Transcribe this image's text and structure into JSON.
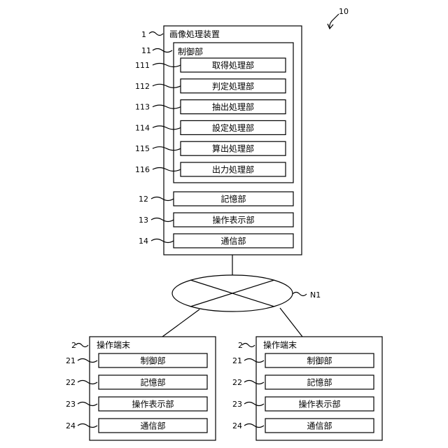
{
  "figure_ref": "10",
  "device": {
    "ref": "1",
    "title": "画像処理装置",
    "controller": {
      "ref": "11",
      "title": "制御部",
      "units": [
        {
          "ref": "111",
          "label": "取得処理部"
        },
        {
          "ref": "112",
          "label": "判定処理部"
        },
        {
          "ref": "113",
          "label": "抽出処理部"
        },
        {
          "ref": "114",
          "label": "設定処理部"
        },
        {
          "ref": "115",
          "label": "算出処理部"
        },
        {
          "ref": "116",
          "label": "出力処理部"
        }
      ]
    },
    "parts": [
      {
        "ref": "12",
        "label": "記憶部"
      },
      {
        "ref": "13",
        "label": "操作表示部"
      },
      {
        "ref": "14",
        "label": "通信部"
      }
    ]
  },
  "network": {
    "ref": "N1"
  },
  "terminals": [
    {
      "ref": "2",
      "title": "操作端末",
      "parts": [
        {
          "ref": "21",
          "label": "制御部"
        },
        {
          "ref": "22",
          "label": "記憶部"
        },
        {
          "ref": "23",
          "label": "操作表示部"
        },
        {
          "ref": "24",
          "label": "通信部"
        }
      ]
    },
    {
      "ref": "2",
      "title": "操作端末",
      "parts": [
        {
          "ref": "21",
          "label": "制御部"
        },
        {
          "ref": "22",
          "label": "記憶部"
        },
        {
          "ref": "23",
          "label": "操作表示部"
        },
        {
          "ref": "24",
          "label": "通信部"
        }
      ]
    }
  ]
}
